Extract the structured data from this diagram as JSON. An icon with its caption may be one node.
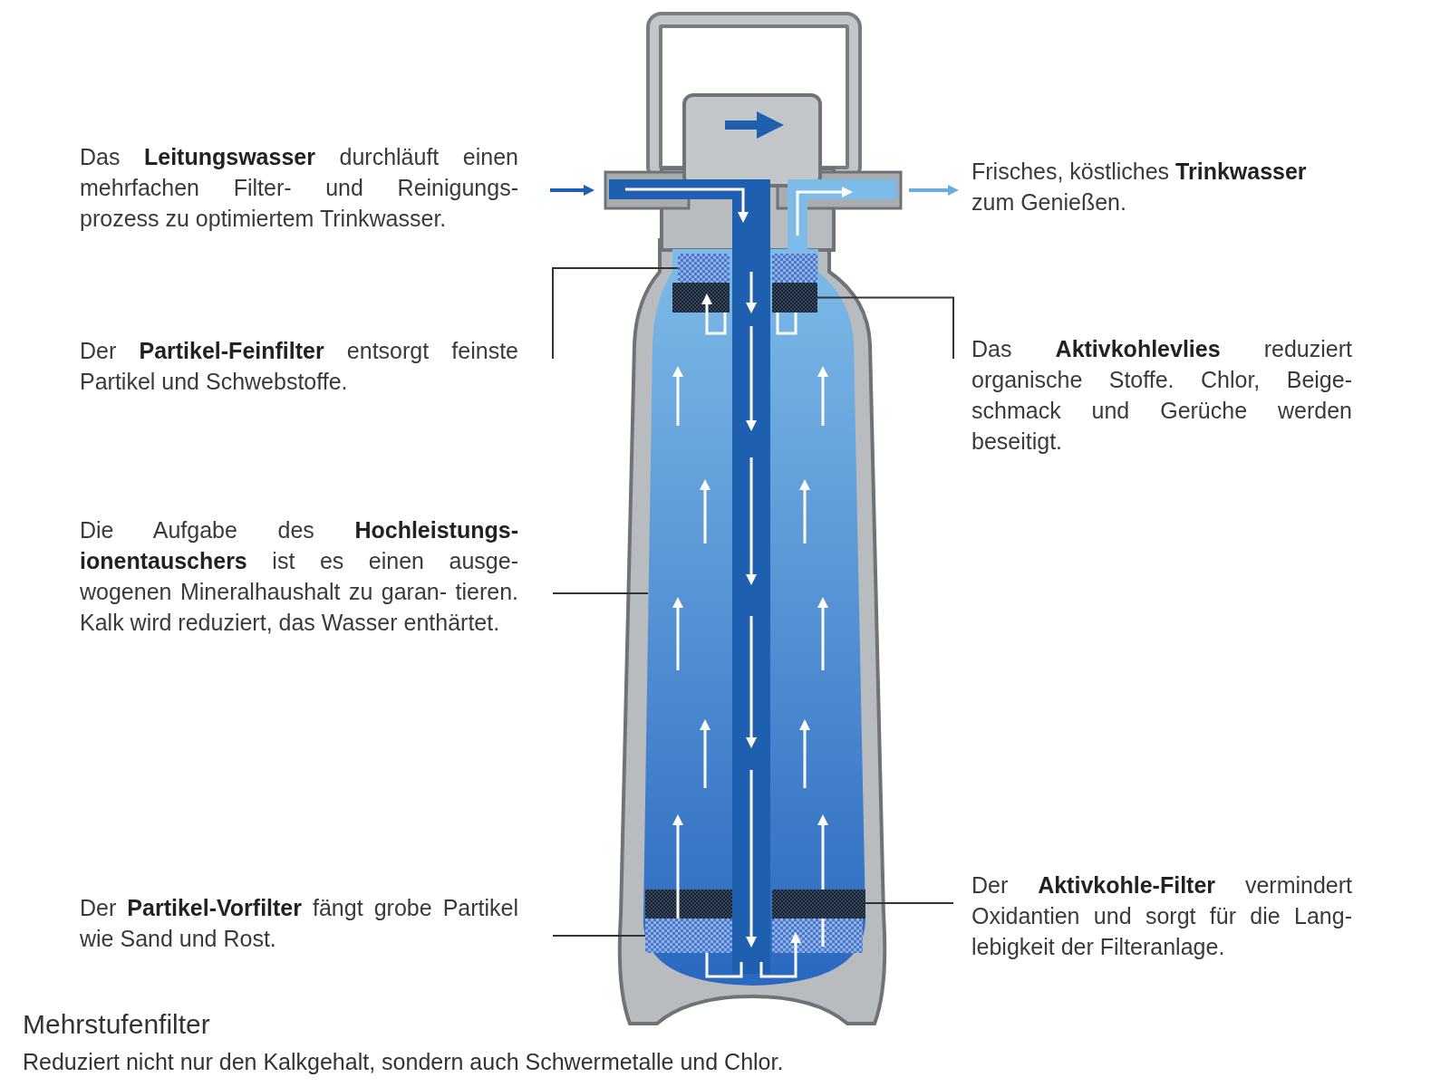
{
  "diagram": {
    "title": "Mehrstufenfilter",
    "caption": "Reduziert nicht nur den Kalkgehalt, sondern auch Schwermetalle und Chlor.",
    "nodes": [
      {
        "text": [],
        "shape": "box"
      },
      {
        "text": [
          "Der **Partikel-Feinfilter** entsorgt feinste Partikel und Schwebstoffe."
        ]
      },
      {
        "text": [],
        "shape": "box",
        "in": 0
      },
      {
        "text": [
          "Das **Aktivkohlevlies** reduziert organische Stoffe. Chlor, Beige- schmack und Gerüche werden beseitigt."
        ]
      },
      {
        "text": [],
        "shape": "box",
        "in": 0
      },
      {
        "text": [
          "Die Aufgabe des **Hochleistungs- ionentauschers** ist es einen ausge- wogenen Mineralhaushalt zu garan- tieren. Kalk wird reduziert, das Wasser enthärtet."
        ]
      },
      {
        "text": [
          "Der **Partikel-Vorfilter** fängt grobe Partikel wie Sand und Rost."
        ]
      },
      {
        "text": [],
        "shape": "box",
        "in": 0
      },
      {
        "text": [
          "Der **Aktivkohle-Filter** vermindert Oxidantien und sorgt für die Lang- lebigkeit der Filteranlage."
        ]
      },
      {
        "text": [],
        "shape": "box",
        "in": 0
      }
    ],
    "edges": [
      {
        "from": 1,
        "to": 2,
        "arrow": "none"
      },
      {
        "from": 3,
        "to": 4,
        "arrow": "none"
      },
      {
        "from": 5,
        "to": 0,
        "arrow": "none"
      },
      {
        "from": 6,
        "to": 7,
        "arrow": "none"
      },
      {
        "from": 8,
        "to": 9,
        "arrow": "none"
      }
    ],
    "labels": [
      "Das **Leitungswasser** durchläuft einen mehrfachen Filter- und Reinigungs- prozess zu optimiertem Trinkwasser.",
      "Frisches, köstliches **Trinkwasser** zum Genießen."
    ]
  }
}
